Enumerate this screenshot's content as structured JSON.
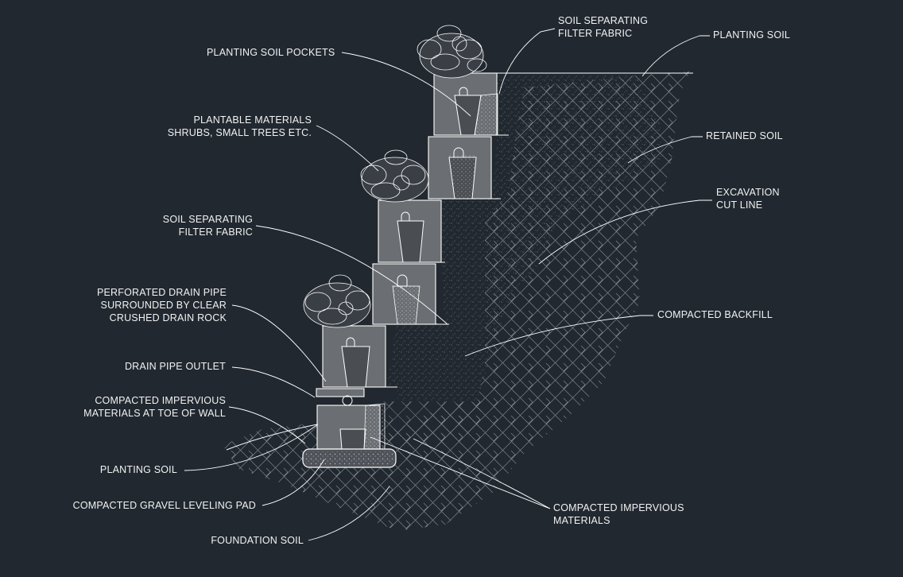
{
  "labels": {
    "soil_separating_fabric_top_1": "SOIL SEPARATING",
    "soil_separating_fabric_top_2": "FILTER FABRIC",
    "planting_soil_top": "PLANTING SOIL",
    "planting_soil_pockets": "PLANTING SOIL POCKETS",
    "plantable_materials_1": "PLANTABLE MATERIALS",
    "plantable_materials_2": "SHRUBS, SMALL TREES ETC.",
    "retained_soil": "RETAINED SOIL",
    "excavation_cut_line_1": "EXCAVATION",
    "excavation_cut_line_2": "CUT LINE",
    "soil_separating_fabric_mid_1": "SOIL SEPARATING",
    "soil_separating_fabric_mid_2": "FILTER FABRIC",
    "perforated_drain_1": "PERFORATED DRAIN PIPE",
    "perforated_drain_2": "SURROUNDED BY CLEAR",
    "perforated_drain_3": "CRUSHED DRAIN ROCK",
    "compacted_backfill": "COMPACTED BACKFILL",
    "drain_pipe_outlet": "DRAIN PIPE OUTLET",
    "compacted_impervious_toe_1": "COMPACTED IMPERVIOUS",
    "compacted_impervious_toe_2": "MATERIALS AT TOE OF WALL",
    "planting_soil_bottom": "PLANTING SOIL",
    "compacted_gravel_pad": "COMPACTED GRAVEL LEVELING PAD",
    "compacted_impervious_1": "COMPACTED IMPERVIOUS",
    "compacted_impervious_2": "MATERIALS",
    "foundation_soil": "FOUNDATION SOIL"
  },
  "colors": {
    "background": "#212830",
    "line": "#ffffff",
    "block_fill": "#6b6e72",
    "text": "#f2f2f2"
  }
}
